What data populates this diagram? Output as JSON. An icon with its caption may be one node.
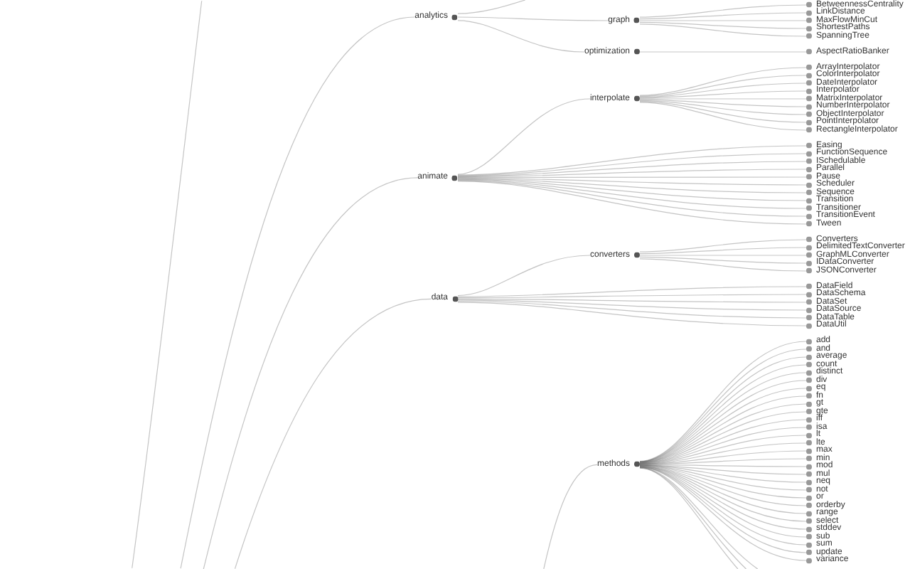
{
  "diagram": {
    "nodes": [
      {
        "text": [
          "analytics"
        ]
      },
      {
        "text": [
          "graph"
        ]
      },
      {
        "text": [
          "BetweennessCentrality"
        ]
      },
      {
        "text": [
          "LinkDistance"
        ]
      },
      {
        "text": [
          "MaxFlowMinCut"
        ]
      },
      {
        "text": [
          "ShortestPaths"
        ]
      },
      {
        "text": [
          "SpanningTree"
        ]
      },
      {
        "text": [
          "optimization"
        ]
      },
      {
        "text": [
          "AspectRatioBanker"
        ]
      },
      {
        "text": [
          "animate"
        ]
      },
      {
        "text": [
          "interpolate"
        ]
      },
      {
        "text": [
          "ArrayInterpolator"
        ]
      },
      {
        "text": [
          "ColorInterpolator"
        ]
      },
      {
        "text": [
          "DateInterpolator"
        ]
      },
      {
        "text": [
          "Interpolator"
        ]
      },
      {
        "text": [
          "MatrixInterpolator"
        ]
      },
      {
        "text": [
          "NumberInterpolator"
        ]
      },
      {
        "text": [
          "ObjectInterpolator"
        ]
      },
      {
        "text": [
          "PointInterpolator"
        ]
      },
      {
        "text": [
          "RectangleInterpolator"
        ]
      },
      {
        "text": [
          "Easing"
        ]
      },
      {
        "text": [
          "FunctionSequence"
        ]
      },
      {
        "text": [
          "ISchedulable"
        ]
      },
      {
        "text": [
          "Parallel"
        ]
      },
      {
        "text": [
          "Pause"
        ]
      },
      {
        "text": [
          "Scheduler"
        ]
      },
      {
        "text": [
          "Sequence"
        ]
      },
      {
        "text": [
          "Transition"
        ]
      },
      {
        "text": [
          "Transitioner"
        ]
      },
      {
        "text": [
          "TransitionEvent"
        ]
      },
      {
        "text": [
          "Tween"
        ]
      },
      {
        "text": [
          "data"
        ]
      },
      {
        "text": [
          "converters"
        ]
      },
      {
        "text": [
          "Converters"
        ]
      },
      {
        "text": [
          "DelimitedTextConverter"
        ]
      },
      {
        "text": [
          "GraphMLConverter"
        ]
      },
      {
        "text": [
          "IDataConverter"
        ]
      },
      {
        "text": [
          "JSONConverter"
        ]
      },
      {
        "text": [
          "DataField"
        ]
      },
      {
        "text": [
          "DataSchema"
        ]
      },
      {
        "text": [
          "DataSet"
        ]
      },
      {
        "text": [
          "DataSource"
        ]
      },
      {
        "text": [
          "DataTable"
        ]
      },
      {
        "text": [
          "DataUtil"
        ]
      },
      {
        "text": [
          "methods"
        ]
      },
      {
        "text": [
          "add"
        ]
      },
      {
        "text": [
          "and"
        ]
      },
      {
        "text": [
          "average"
        ]
      },
      {
        "text": [
          "count"
        ]
      },
      {
        "text": [
          "distinct"
        ]
      },
      {
        "text": [
          "div"
        ]
      },
      {
        "text": [
          "eq"
        ]
      },
      {
        "text": [
          "fn"
        ]
      },
      {
        "text": [
          "gt"
        ]
      },
      {
        "text": [
          "gte"
        ]
      },
      {
        "text": [
          "iff"
        ]
      },
      {
        "text": [
          "isa"
        ]
      },
      {
        "text": [
          "lt"
        ]
      },
      {
        "text": [
          "lte"
        ]
      },
      {
        "text": [
          "max"
        ]
      },
      {
        "text": [
          "min"
        ]
      },
      {
        "text": [
          "mod"
        ]
      },
      {
        "text": [
          "mul"
        ]
      },
      {
        "text": [
          "neq"
        ]
      },
      {
        "text": [
          "not"
        ]
      },
      {
        "text": [
          "or"
        ]
      },
      {
        "text": [
          "orderby"
        ]
      },
      {
        "text": [
          "range"
        ]
      },
      {
        "text": [
          "select"
        ]
      },
      {
        "text": [
          "stddev"
        ]
      },
      {
        "text": [
          "sub"
        ]
      },
      {
        "text": [
          "sum"
        ]
      },
      {
        "text": [
          "update"
        ]
      },
      {
        "text": [
          "variance"
        ]
      }
    ],
    "edges": [
      {
        "from": null,
        "to": 0,
        "arrow": "none"
      },
      {
        "from": 0,
        "to": null,
        "arrow": "none"
      },
      {
        "from": 0,
        "to": 1,
        "arrow": "none"
      },
      {
        "from": 0,
        "to": 7,
        "arrow": "none"
      },
      {
        "from": 1,
        "to": 2,
        "arrow": "none"
      },
      {
        "from": 1,
        "to": 3,
        "arrow": "none"
      },
      {
        "from": 1,
        "to": 4,
        "arrow": "none"
      },
      {
        "from": 1,
        "to": 5,
        "arrow": "none"
      },
      {
        "from": 1,
        "to": 6,
        "arrow": "none"
      },
      {
        "from": 7,
        "to": 8,
        "arrow": "none"
      },
      {
        "from": null,
        "to": 9,
        "arrow": "none"
      },
      {
        "from": 9,
        "to": 10,
        "arrow": "none"
      },
      {
        "from": 10,
        "to": 11,
        "arrow": "none"
      },
      {
        "from": 10,
        "to": 12,
        "arrow": "none"
      },
      {
        "from": 10,
        "to": 13,
        "arrow": "none"
      },
      {
        "from": 10,
        "to": 14,
        "arrow": "none"
      },
      {
        "from": 10,
        "to": 15,
        "arrow": "none"
      },
      {
        "from": 10,
        "to": 16,
        "arrow": "none"
      },
      {
        "from": 10,
        "to": 17,
        "arrow": "none"
      },
      {
        "from": 10,
        "to": 18,
        "arrow": "none"
      },
      {
        "from": 10,
        "to": 19,
        "arrow": "none"
      },
      {
        "from": 9,
        "to": 20,
        "arrow": "none"
      },
      {
        "from": 9,
        "to": 21,
        "arrow": "none"
      },
      {
        "from": 9,
        "to": 22,
        "arrow": "none"
      },
      {
        "from": 9,
        "to": 23,
        "arrow": "none"
      },
      {
        "from": 9,
        "to": 24,
        "arrow": "none"
      },
      {
        "from": 9,
        "to": 25,
        "arrow": "none"
      },
      {
        "from": 9,
        "to": 26,
        "arrow": "none"
      },
      {
        "from": 9,
        "to": 27,
        "arrow": "none"
      },
      {
        "from": 9,
        "to": 28,
        "arrow": "none"
      },
      {
        "from": 9,
        "to": 29,
        "arrow": "none"
      },
      {
        "from": 9,
        "to": 30,
        "arrow": "none"
      },
      {
        "from": null,
        "to": 31,
        "arrow": "none"
      },
      {
        "from": 31,
        "to": 32,
        "arrow": "none"
      },
      {
        "from": 32,
        "to": 33,
        "arrow": "none"
      },
      {
        "from": 32,
        "to": 34,
        "arrow": "none"
      },
      {
        "from": 32,
        "to": 35,
        "arrow": "none"
      },
      {
        "from": 32,
        "to": 36,
        "arrow": "none"
      },
      {
        "from": 32,
        "to": 37,
        "arrow": "none"
      },
      {
        "from": 31,
        "to": 38,
        "arrow": "none"
      },
      {
        "from": 31,
        "to": 39,
        "arrow": "none"
      },
      {
        "from": 31,
        "to": 40,
        "arrow": "none"
      },
      {
        "from": 31,
        "to": 41,
        "arrow": "none"
      },
      {
        "from": 31,
        "to": 42,
        "arrow": "none"
      },
      {
        "from": 31,
        "to": 43,
        "arrow": "none"
      },
      {
        "from": null,
        "to": 44,
        "arrow": "none"
      },
      {
        "from": 44,
        "to": 45,
        "arrow": "none"
      },
      {
        "from": 44,
        "to": 46,
        "arrow": "none"
      },
      {
        "from": 44,
        "to": 47,
        "arrow": "none"
      },
      {
        "from": 44,
        "to": 48,
        "arrow": "none"
      },
      {
        "from": 44,
        "to": 49,
        "arrow": "none"
      },
      {
        "from": 44,
        "to": 50,
        "arrow": "none"
      },
      {
        "from": 44,
        "to": 51,
        "arrow": "none"
      },
      {
        "from": 44,
        "to": 52,
        "arrow": "none"
      },
      {
        "from": 44,
        "to": 53,
        "arrow": "none"
      },
      {
        "from": 44,
        "to": 54,
        "arrow": "none"
      },
      {
        "from": 44,
        "to": 55,
        "arrow": "none"
      },
      {
        "from": 44,
        "to": 56,
        "arrow": "none"
      },
      {
        "from": 44,
        "to": 57,
        "arrow": "none"
      },
      {
        "from": 44,
        "to": 58,
        "arrow": "none"
      },
      {
        "from": 44,
        "to": 59,
        "arrow": "none"
      },
      {
        "from": 44,
        "to": 60,
        "arrow": "none"
      },
      {
        "from": 44,
        "to": 61,
        "arrow": "none"
      },
      {
        "from": 44,
        "to": 62,
        "arrow": "none"
      },
      {
        "from": 44,
        "to": 63,
        "arrow": "none"
      },
      {
        "from": 44,
        "to": 64,
        "arrow": "none"
      },
      {
        "from": 44,
        "to": 65,
        "arrow": "none"
      },
      {
        "from": 44,
        "to": 66,
        "arrow": "none"
      },
      {
        "from": 44,
        "to": 67,
        "arrow": "none"
      },
      {
        "from": 44,
        "to": 68,
        "arrow": "none"
      },
      {
        "from": 44,
        "to": 69,
        "arrow": "none"
      },
      {
        "from": 44,
        "to": 70,
        "arrow": "none"
      },
      {
        "from": 44,
        "to": 71,
        "arrow": "none"
      },
      {
        "from": 44,
        "to": 72,
        "arrow": "none"
      },
      {
        "from": 44,
        "to": 73,
        "arrow": "none"
      },
      {
        "from": 44,
        "to": null,
        "arrow": "none"
      },
      {
        "from": 44,
        "to": null,
        "arrow": "none"
      },
      {
        "from": 44,
        "to": null,
        "arrow": "none"
      }
    ]
  }
}
